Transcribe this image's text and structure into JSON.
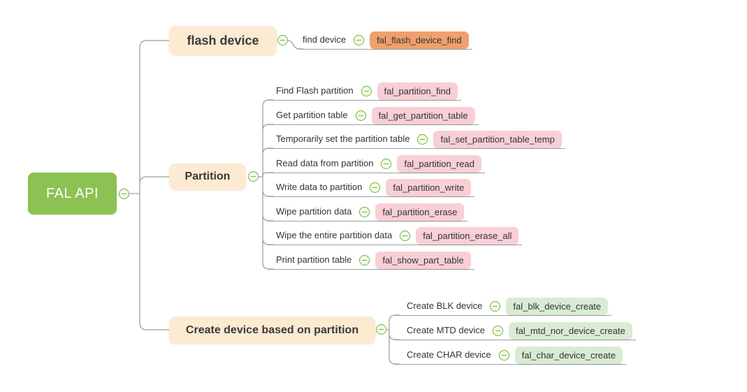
{
  "root": {
    "label": "FAL API"
  },
  "branches": [
    {
      "label": "flash device",
      "children": [
        {
          "label": "find device",
          "api": "fal_flash_device_find",
          "api_color": "orange"
        }
      ]
    },
    {
      "label": "Partition",
      "children": [
        {
          "label": "Find Flash partition",
          "api": "fal_partition_find",
          "api_color": "pink"
        },
        {
          "label": "Get partition table",
          "api": "fal_get_partition_table",
          "api_color": "pink"
        },
        {
          "label": "Temporarily set the partition table",
          "api": "fal_set_partition_table_temp",
          "api_color": "pink"
        },
        {
          "label": "Read data from partition",
          "api": "fal_partition_read",
          "api_color": "pink"
        },
        {
          "label": "Write data to partition",
          "api": "fal_partition_write",
          "api_color": "pink"
        },
        {
          "label": "Wipe partition data",
          "api": "fal_partition_erase",
          "api_color": "pink"
        },
        {
          "label": "Wipe the entire partition data",
          "api": "fal_partition_erase_all",
          "api_color": "pink"
        },
        {
          "label": "Print partition table",
          "api": "fal_show_part_table",
          "api_color": "pink"
        }
      ]
    },
    {
      "label": "Create device based on partition",
      "children": [
        {
          "label": "Create BLK device",
          "api": "fal_blk_device_create",
          "api_color": "green"
        },
        {
          "label": "Create MTD device",
          "api": "fal_mtd_nor_device_create",
          "api_color": "green"
        },
        {
          "label": "Create CHAR device",
          "api": "fal_char_device_create",
          "api_color": "green"
        }
      ]
    }
  ],
  "colors": {
    "root_bg": "#8CC153",
    "branch_bg": "#FCEAD2",
    "api_orange": "#EFA06C",
    "api_pink": "#F9CFD6",
    "api_green": "#DAEBD3",
    "connector": "#9aa0a0",
    "collapse_icon": "#70B52D"
  },
  "icons": {
    "collapse": "minus-circle"
  }
}
